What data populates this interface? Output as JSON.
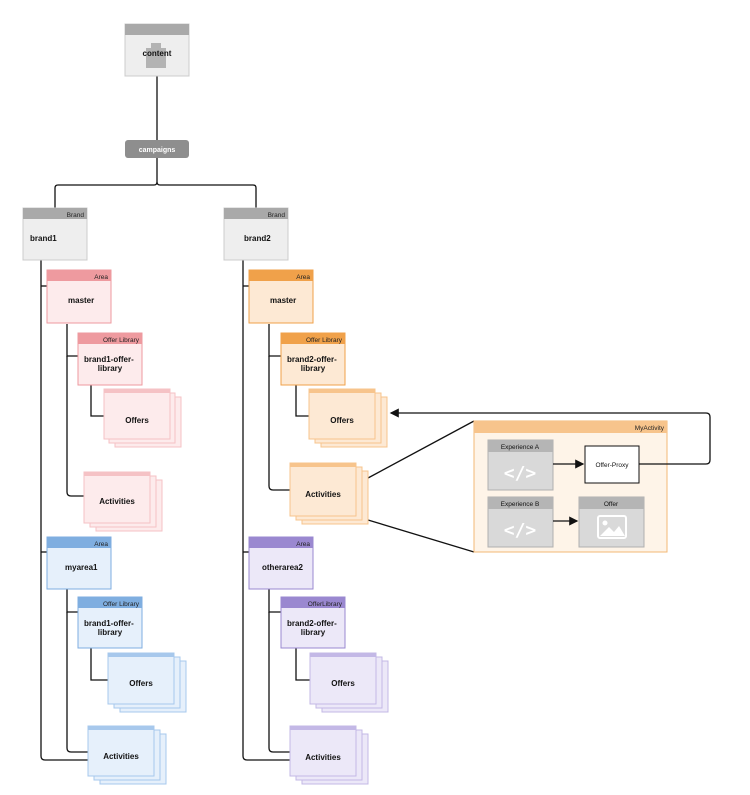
{
  "root": {
    "label": "content"
  },
  "campaigns": {
    "label": "campaigns"
  },
  "brands": [
    {
      "header": "Brand",
      "name": "brand1",
      "areas": [
        {
          "header": "Area",
          "name": "master",
          "library_header": "Offer Library",
          "library_name": "brand1-offer-library",
          "offers": "Offers",
          "activities": "Activities"
        },
        {
          "header": "Area",
          "name": "myarea1",
          "library_header": "Offer Library",
          "library_name": "brand1-offer-library",
          "offers": "Offers",
          "activities": "Activities"
        }
      ]
    },
    {
      "header": "Brand",
      "name": "brand2",
      "areas": [
        {
          "header": "Area",
          "name": "master",
          "library_header": "Offer Library",
          "library_name": "brand2-offer-library",
          "offers": "Offers",
          "activities": "Activities"
        },
        {
          "header": "Area",
          "name": "otherarea2",
          "library_header": "OfferLibrary",
          "library_name": "brand2-offer-library",
          "offers": "Offers",
          "activities": "Activities"
        }
      ]
    }
  ],
  "activity_detail": {
    "title": "MyActivity",
    "experience_a": "Experience A",
    "experience_b": "Experience B",
    "offer_proxy": "Offer-Proxy",
    "offer": "Offer",
    "code_glyph": "</>"
  },
  "colors": {
    "gray": "#9e9e9e",
    "gray_light": "#efefef",
    "red": "#ee9a9f",
    "red_light": "#fdebec",
    "orange": "#f0a14a",
    "orange_light": "#fde9d4",
    "blue": "#7faee0",
    "blue_light": "#e6f0fb",
    "purple": "#9a88d0",
    "purple_light": "#ece8f8"
  }
}
